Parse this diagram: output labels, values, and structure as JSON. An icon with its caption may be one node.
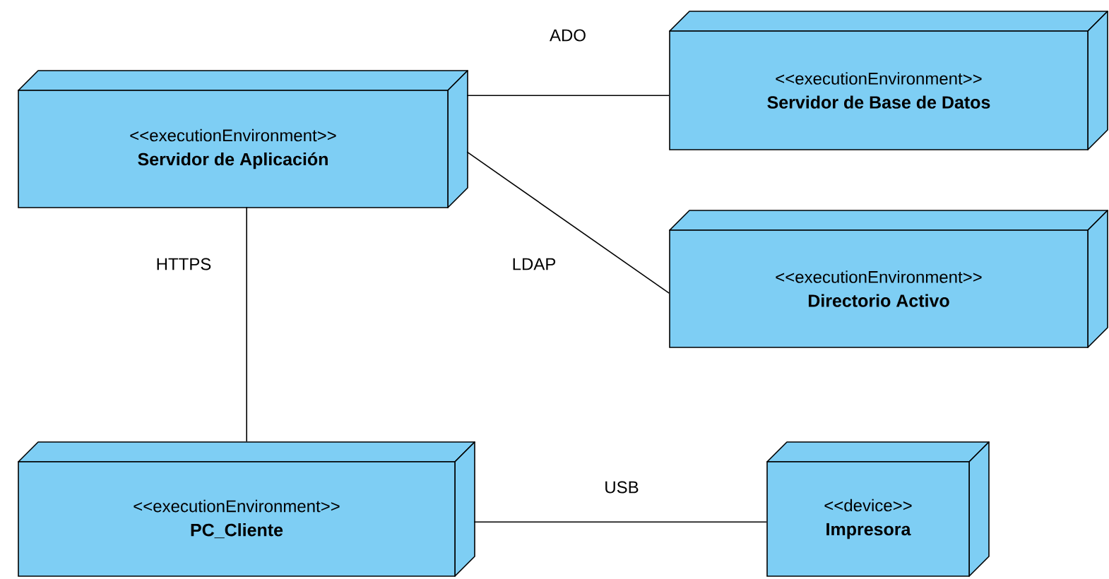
{
  "diagram": {
    "nodes": [
      {
        "text": [
          "<<executionEnvironment>>",
          "Servidor de Aplicación"
        ]
      },
      {
        "text": [
          "<<executionEnvironment>>",
          "Servidor de Base de Datos"
        ]
      },
      {
        "text": [
          "<<executionEnvironment>>",
          "Directorio Activo"
        ]
      },
      {
        "text": [
          "<<executionEnvironment>>",
          "PC_Cliente"
        ]
      },
      {
        "text": [
          "<<device>>",
          "Impresora"
        ]
      }
    ],
    "edges": [
      {
        "from": 0,
        "to": 1,
        "arrow": "none",
        "label": "ADO"
      },
      {
        "from": 0,
        "to": 2,
        "arrow": "none",
        "label": "LDAP"
      },
      {
        "from": 0,
        "to": 3,
        "arrow": "none",
        "label": "HTTPS"
      },
      {
        "from": 3,
        "to": 4,
        "arrow": "none",
        "label": "USB"
      }
    ]
  }
}
